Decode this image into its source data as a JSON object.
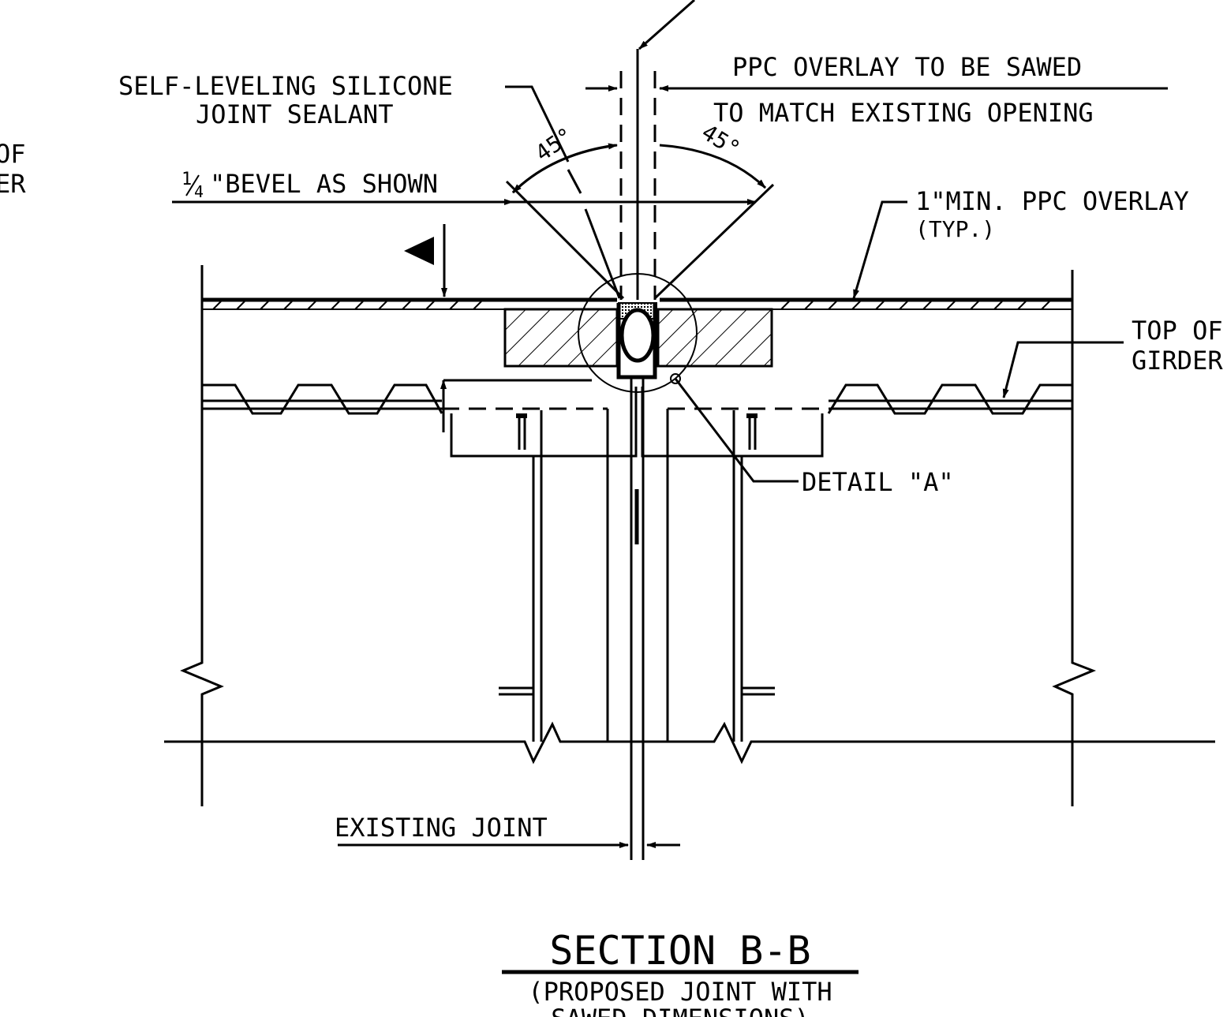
{
  "labels": {
    "sealant_line1": "SELF-LEVELING SILICONE",
    "sealant_line2": "JOINT SEALANT",
    "angle_left": "45°",
    "angle_right": "45°",
    "ppc_sawed_line1": "PPC OVERLAY TO BE SAWED",
    "ppc_sawed_line2": "TO MATCH EXISTING OPENING",
    "bevel_fraction_num": "1",
    "bevel_fraction_den": "4",
    "bevel_text": "\"BEVEL AS SHOWN",
    "overlay_line1": "1\"MIN. PPC OVERLAY",
    "overlay_line2": "(TYP.)",
    "top_girder_line1": "TOP OF",
    "top_girder_line2": "GIRDER",
    "cut_left_line1": "OF",
    "cut_left_line2": "ER",
    "detail_a": "DETAIL \"A\"",
    "existing_joint": "EXISTING JOINT"
  },
  "title": {
    "main": "SECTION B-B",
    "sub_line1": "(PROPOSED JOINT WITH",
    "sub_line2": "SAWED DIMENSIONS)"
  }
}
